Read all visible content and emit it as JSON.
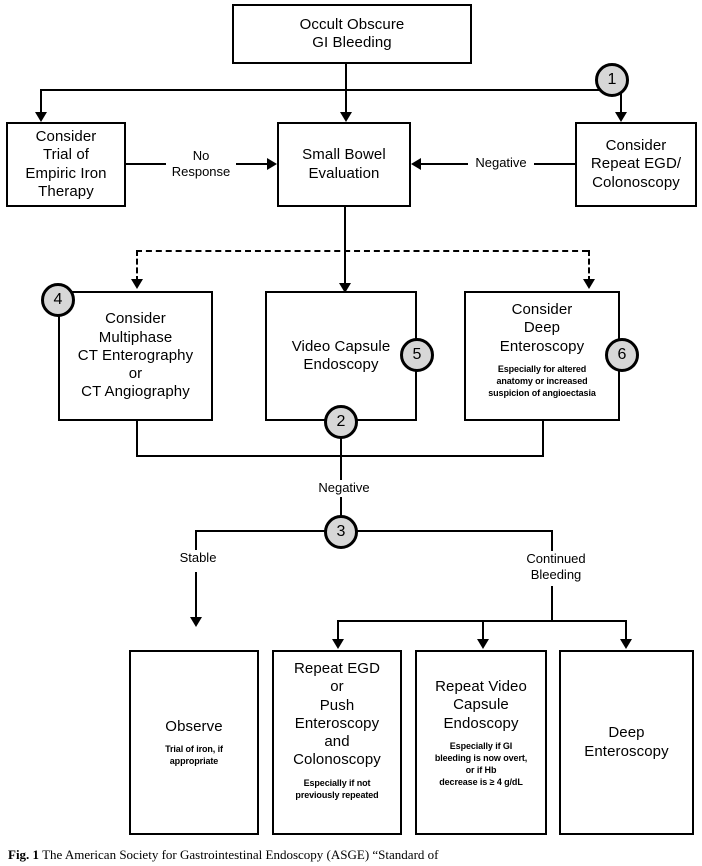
{
  "figure": {
    "caption_label": "Fig. 1",
    "caption_text": "The American Society for Gastrointestinal Endoscopy (ASGE) “Standard of"
  },
  "nodes": {
    "start": {
      "title": "Occult Obscure\nGI Bleeding"
    },
    "iron": {
      "title": "Consider\nTrial of\nEmpiric Iron\nTherapy"
    },
    "small_bowel": {
      "title": "Small Bowel\nEvaluation"
    },
    "repeat_egd": {
      "title": "Consider\nRepeat EGD/\nColonoscopy"
    },
    "ct": {
      "title": "Consider\nMultiphase\nCT Enterography\nor\nCT Angiography"
    },
    "vce": {
      "title": "Video Capsule\nEndoscopy"
    },
    "deep_ent": {
      "title": "Consider\nDeep\nEnteroscopy",
      "sub": "Especially for altered\nanatomy or increased\nsuspicion of angioectasia"
    },
    "observe": {
      "title": "Observe",
      "sub": "Trial of iron, if\nappropriate"
    },
    "repeat_egd_push": {
      "title": "Repeat EGD\nor\nPush\nEnteroscopy\nand\nColonoscopy",
      "sub": "Especially if not\npreviously repeated"
    },
    "repeat_vce": {
      "title": "Repeat Video\nCapsule\nEndoscopy",
      "sub": "Especially if GI\nbleeding is now overt,\nor if Hb\ndecrease is ≥ 4 g/dL"
    },
    "deep_ent_2": {
      "title": "Deep\nEnteroscopy"
    }
  },
  "edge_labels": {
    "no_response": "No\nResponse",
    "negative_right": "Negative",
    "negative_mid": "Negative",
    "stable": "Stable",
    "continued_bleeding": "Continued\nBleeding"
  },
  "callouts": {
    "c1": "1",
    "c2": "2",
    "c3": "3",
    "c4": "4",
    "c5": "5",
    "c6": "6"
  },
  "colors": {
    "line": "#000000",
    "callout_fill": "#d7d7d7",
    "box_fill": "#ffffff"
  }
}
